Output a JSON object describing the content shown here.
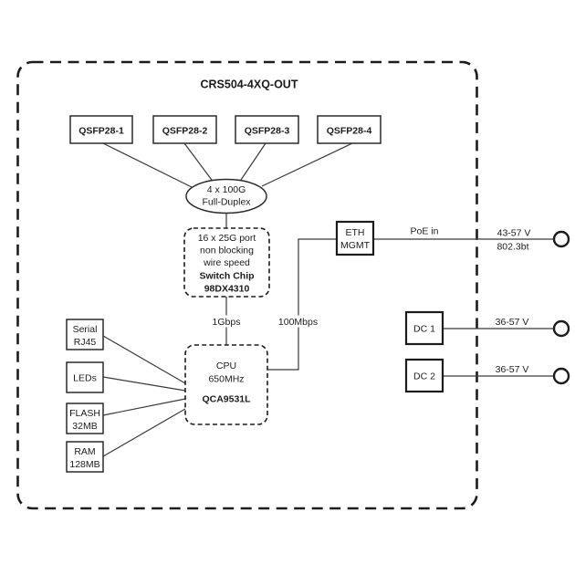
{
  "title": "CRS504-4XQ-OUT",
  "ports": {
    "qsfp1": "QSFP28-1",
    "qsfp2": "QSFP28-2",
    "qsfp3": "QSFP28-3",
    "qsfp4": "QSFP28-4"
  },
  "aggregate_bus": {
    "line1": "4 x 100G",
    "line2": "Full-Duplex"
  },
  "switch_chip": {
    "line1": "16 x 25G port",
    "line2": "non blocking",
    "line3": "wire speed",
    "line4": "Switch Chip",
    "line5": "98DX4310"
  },
  "cpu": {
    "line1": "CPU",
    "line2": "650MHz",
    "line3": "QCA9531L"
  },
  "links": {
    "switch_to_cpu": "1Gbps",
    "cpu_to_mgmt": "100Mbps"
  },
  "eth_mgmt": {
    "line1": "ETH",
    "line2": "MGMT"
  },
  "peripherals": {
    "serial": {
      "line1": "Serial",
      "line2": "RJ45"
    },
    "leds": {
      "label": "LEDs"
    },
    "flash": {
      "line1": "FLASH",
      "line2": "32MB"
    },
    "ram": {
      "line1": "RAM",
      "line2": "128MB"
    }
  },
  "power": {
    "poe": {
      "label": "PoE in",
      "voltage": "43-57 V",
      "standard": "802.3bt"
    },
    "dc1": {
      "label": "DC 1",
      "voltage": "36-57 V"
    },
    "dc2": {
      "label": "DC 2",
      "voltage": "36-57 V"
    }
  },
  "colors": {
    "ink": "#1c1c1c",
    "background": "#ffffff"
  }
}
